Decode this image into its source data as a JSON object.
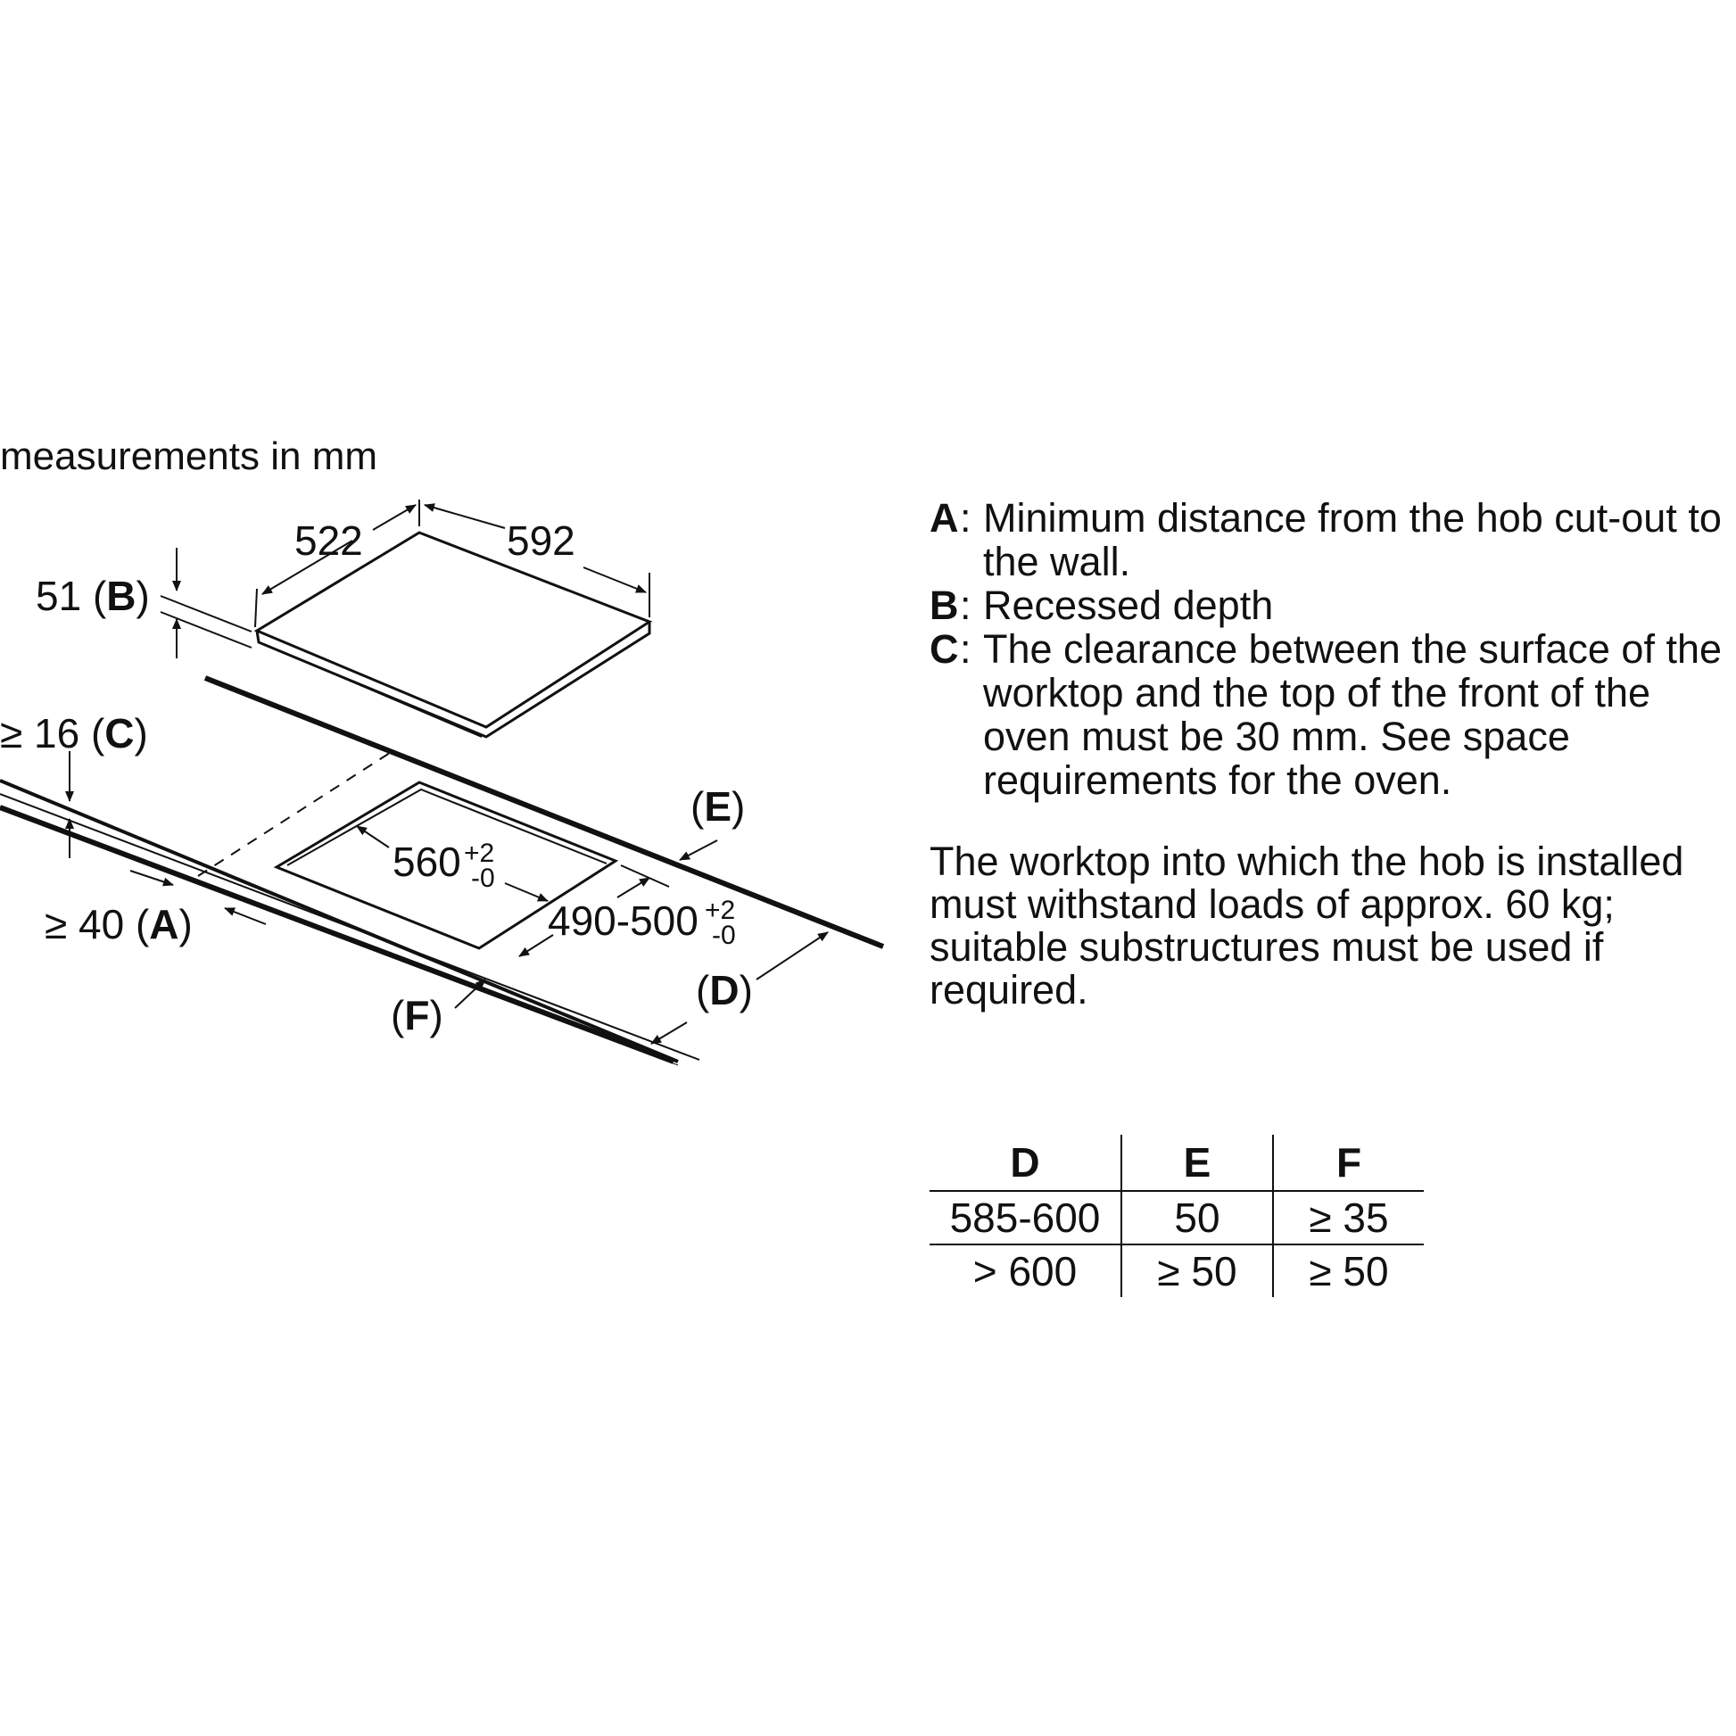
{
  "title": "measurements in mm",
  "diagram": {
    "hob_depth": "522",
    "hob_width": "592",
    "recess_value": "51 (",
    "recess_key": "B",
    "clearance_value": "≥ 16 (",
    "clearance_key": "C",
    "wall_value": "≥ 40 (",
    "wall_key": "A",
    "cutout_width": "560",
    "cutout_width_tol_plus": "+2",
    "cutout_width_tol_minus": "-0",
    "cutout_depth": "490-500",
    "cutout_depth_tol_plus": "+2",
    "cutout_depth_tol_minus": "-0",
    "label_open": "(",
    "label_close": ")",
    "label_d": "D",
    "label_e": "E",
    "label_f": "F"
  },
  "notes": [
    {
      "key": "A",
      "text": "Minimum distance from the hob cut-out to the wall."
    },
    {
      "key": "B",
      "text": "Recessed depth"
    },
    {
      "key": "C",
      "text": "The clearance between the surface of the worktop and the top of the front of the oven must be 30 mm. See space requirements for the oven."
    }
  ],
  "worktop_note": "The worktop into which the hob is installed must withstand loads of approx. 60 kg; suitable substructures must be used if required.",
  "table": {
    "headers": [
      "D",
      "E",
      "F"
    ],
    "rows": [
      [
        "585-600",
        "50",
        "≥ 35"
      ],
      [
        "> 600",
        "≥ 50",
        "≥ 50"
      ]
    ]
  }
}
